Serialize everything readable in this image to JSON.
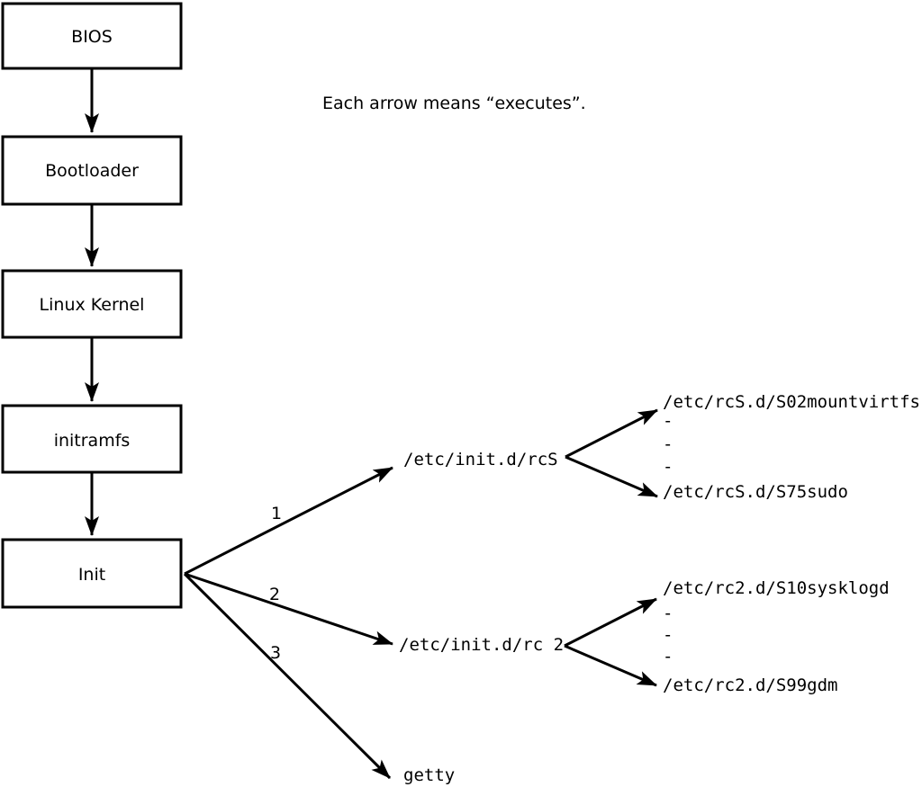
{
  "note": "Each arrow means “executes”.",
  "chain": [
    {
      "label": "BIOS"
    },
    {
      "label": "Bootloader"
    },
    {
      "label": "Linux Kernel"
    },
    {
      "label": "initramfs"
    },
    {
      "label": "Init"
    }
  ],
  "branches": [
    {
      "order": "1",
      "target": "/etc/init.d/rcS",
      "children": {
        "first": "/etc/rcS.d/S02mountvirtfs",
        "ellipsis": [
          "-",
          "-",
          "-"
        ],
        "last": "/etc/rcS.d/S75sudo"
      }
    },
    {
      "order": "2",
      "target": "/etc/init.d/rc 2",
      "children": {
        "first": "/etc/rc2.d/S10sysklogd",
        "ellipsis": [
          "-",
          "-",
          "-"
        ],
        "last": "/etc/rc2.d/S99gdm"
      }
    },
    {
      "order": "3",
      "target": "getty"
    }
  ],
  "colors": {
    "stroke": "#000000",
    "background": "#ffffff"
  }
}
